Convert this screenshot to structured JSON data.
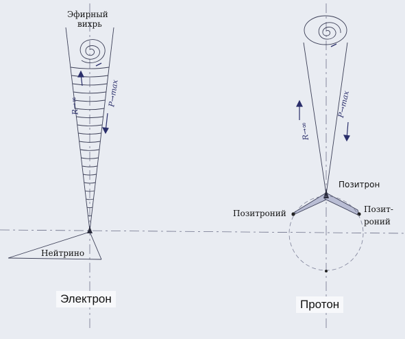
{
  "labels": {
    "ether_vortex_l1": "Эфирный",
    "ether_vortex_l2": "вихрь",
    "neutrino": "Нейтрино",
    "electron": "Электрон",
    "positron": "Позитрон",
    "positronium_left": "Позитроний",
    "positronium_right_l1": "Позит-",
    "positronium_right_l2": "роний",
    "proton": "Протон"
  },
  "annotations": {
    "left_radius": "R→∞",
    "left_pressure": "P→max",
    "right_radius": "R→∞",
    "right_pressure": "P→max"
  },
  "colors": {
    "paper": "#e9ecf2",
    "pencil": "#3a3d55",
    "ink": "#2b2f6b"
  }
}
